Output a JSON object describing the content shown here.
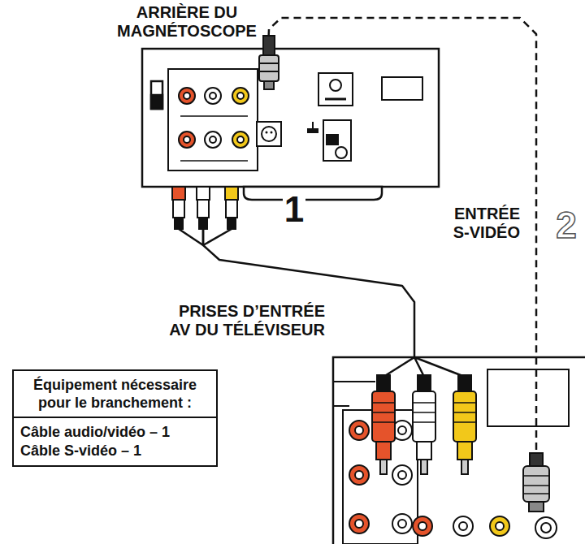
{
  "diagram": {
    "nodes": [
      {
        "text": [
          "ARRIÈRE DU MAGNÉTOSCOPE"
        ]
      },
      {
        "text": [
          "PRISES D’ENTRÉE AV DU TÉLÉVISEUR"
        ]
      },
      {
        "text": [
          "Équipement nécessaire pour le branchement :",
          "Câble audio/vidéo – 1 Câble S-vidéo – 1"
        ]
      }
    ],
    "edges": [
      {
        "from": 0,
        "to": 1,
        "arrow": "none",
        "label": "1"
      },
      {
        "from": 0,
        "to": 1,
        "arrow": "none",
        "label": "2"
      }
    ],
    "labels": [
      "ENTRÉE S-VIDÉO"
    ]
  }
}
